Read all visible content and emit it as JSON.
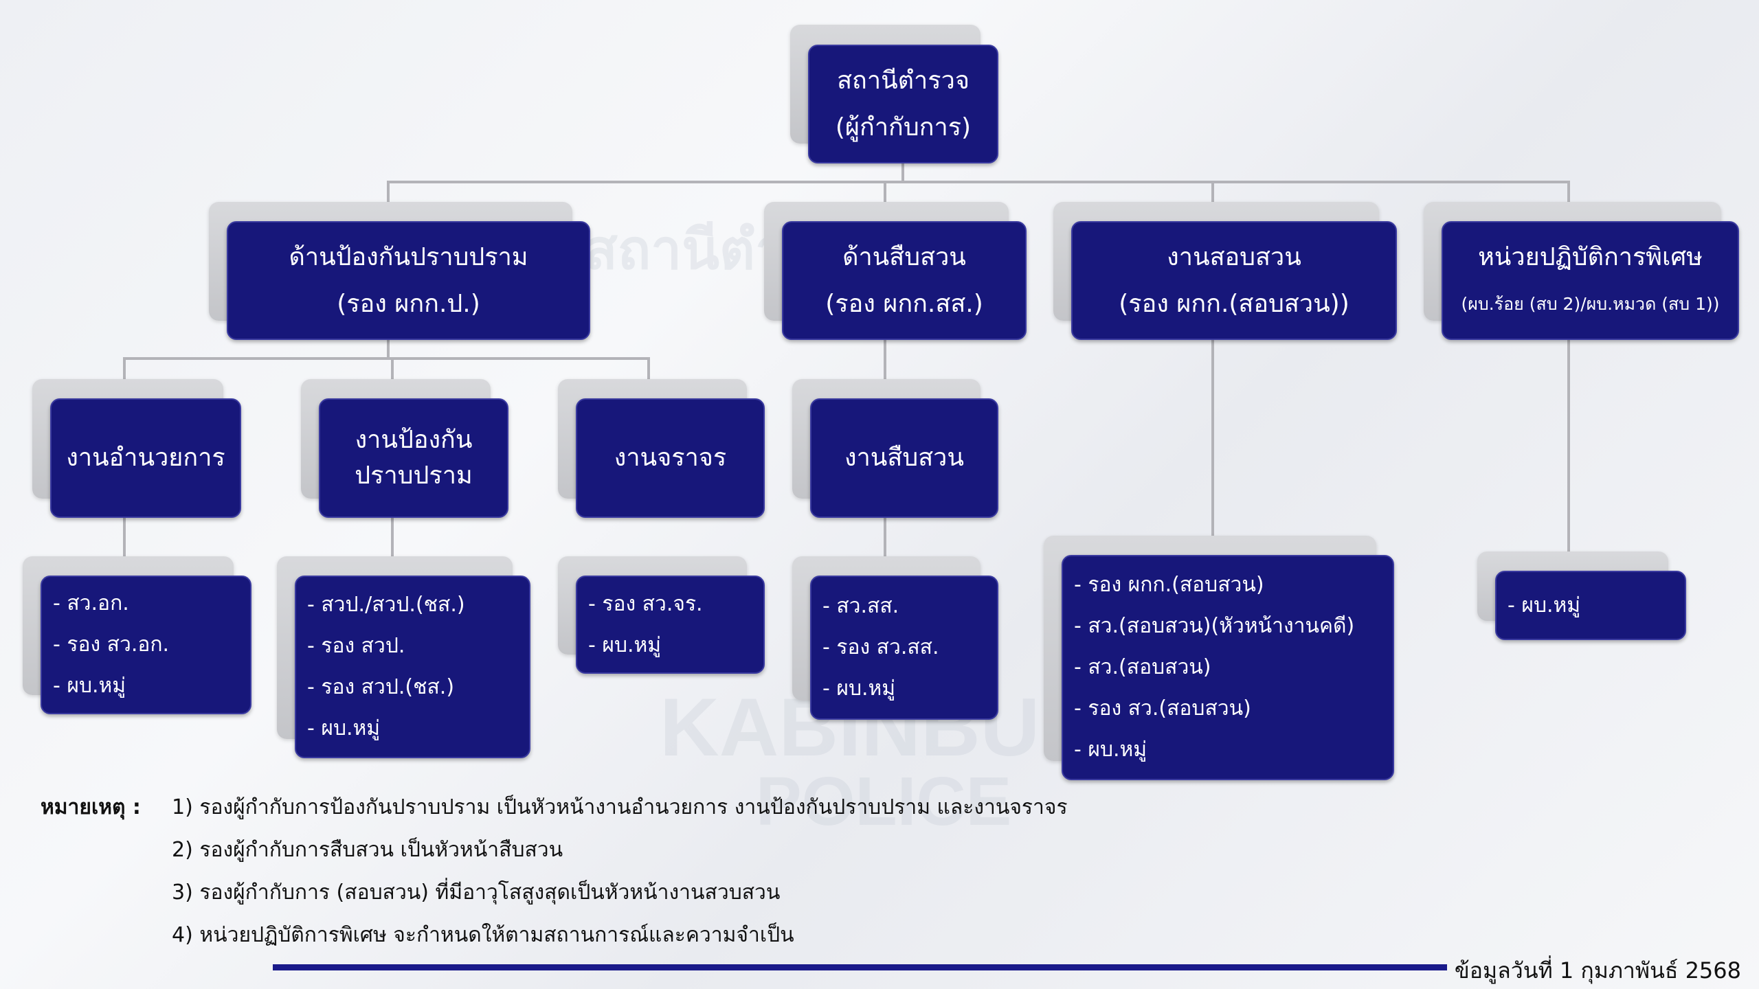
{
  "watermark": {
    "line1": "KABINBURI",
    "line2": "POLICE",
    "thai": "สถานีตำรวจ"
  },
  "root": {
    "line1": "สถานีตำรวจ",
    "line2": "(ผู้กำกับการ)"
  },
  "level1": [
    {
      "line1": "ด้านป้องกันปราบปราม",
      "line2": "(รอง ผกก.ป.)"
    },
    {
      "line1": "ด้านสืบสวน",
      "line2": "(รอง ผกก.สส.)"
    },
    {
      "line1": "งานสอบสวน",
      "line2": "(รอง ผกก.(สอบสวน))"
    },
    {
      "line1": "หน่วยปฏิบัติการพิเศษ",
      "line2": "(ผบ.ร้อย (สบ 2)/ผบ.หมวด (สบ 1))"
    }
  ],
  "level2": [
    {
      "line1": "งานอำนวยการ"
    },
    {
      "line1": "งานป้องกัน",
      "line2": "ปราบปราม"
    },
    {
      "line1": "งานจราจร"
    },
    {
      "line1": "งานสืบสวน"
    }
  ],
  "lists": [
    [
      "- สว.อก.",
      "- รอง สว.อก.",
      "- ผบ.หมู่"
    ],
    [
      "- สวป./สวป.(ชส.)",
      "- รอง สวป.",
      "- รอง สวป.(ชส.)",
      "- ผบ.หมู่"
    ],
    [
      "- รอง สว.จร.",
      "- ผบ.หมู่"
    ],
    [
      "- สว.สส.",
      "- รอง สว.สส.",
      "- ผบ.หมู่"
    ],
    [
      "- รอง ผกก.(สอบสวน)",
      "- สว.(สอบสวน)(หัวหน้างานคดี)",
      "- สว.(สอบสวน)",
      "- รอง สว.(สอบสวน)",
      "- ผบ.หมู่"
    ],
    [
      "- ผบ.หมู่"
    ]
  ],
  "notes": {
    "label": "หมายเหตุ :",
    "items": [
      "1) รองผู้กำกับการป้องกันปราบปราม เป็นหัวหน้างานอำนวยการ งานป้องกันปราบปราม และงานจราจร",
      "2) รองผู้กำกับการสืบสวน เป็นหัวหน้าสืบสวน",
      "3) รองผู้กำกับการ (สอบสวน) ที่มีอาวุโสสูงสุดเป็นหัวหน้างานสวบสวน",
      "4) หน่วยปฏิบัติการพิเศษ จะกำหนดให้ตามสถานการณ์และความจำเป็น"
    ]
  },
  "footer": {
    "date": "ข้อมูลวันที่ 1 กุมภาพันธ์ 2568"
  },
  "colors": {
    "box": "#17177a",
    "line": "#b3b3b8",
    "rule": "#1a1a8a"
  }
}
